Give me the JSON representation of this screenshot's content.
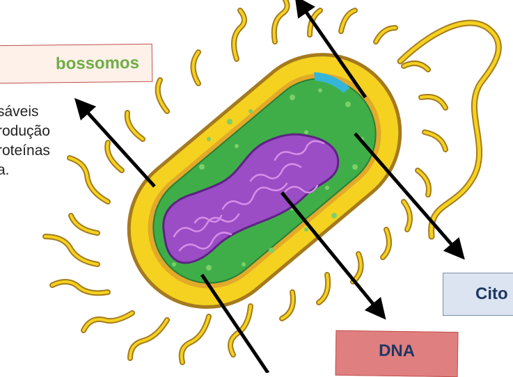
{
  "labels": {
    "ribossomos": "bossomos",
    "citoplasma": "Cito",
    "dna": "DNA"
  },
  "descriptions": {
    "ribossomos": [
      "sáveis",
      "rodução",
      "roteínas",
      "a."
    ]
  },
  "colors": {
    "capsule": "#f4d21f",
    "capsule_outline": "#a57a1e",
    "cytoplasm": "#3fae49",
    "dna": "#9a4dc4",
    "plasmid_cap": "#35b6d8",
    "arrow": "#000000"
  }
}
